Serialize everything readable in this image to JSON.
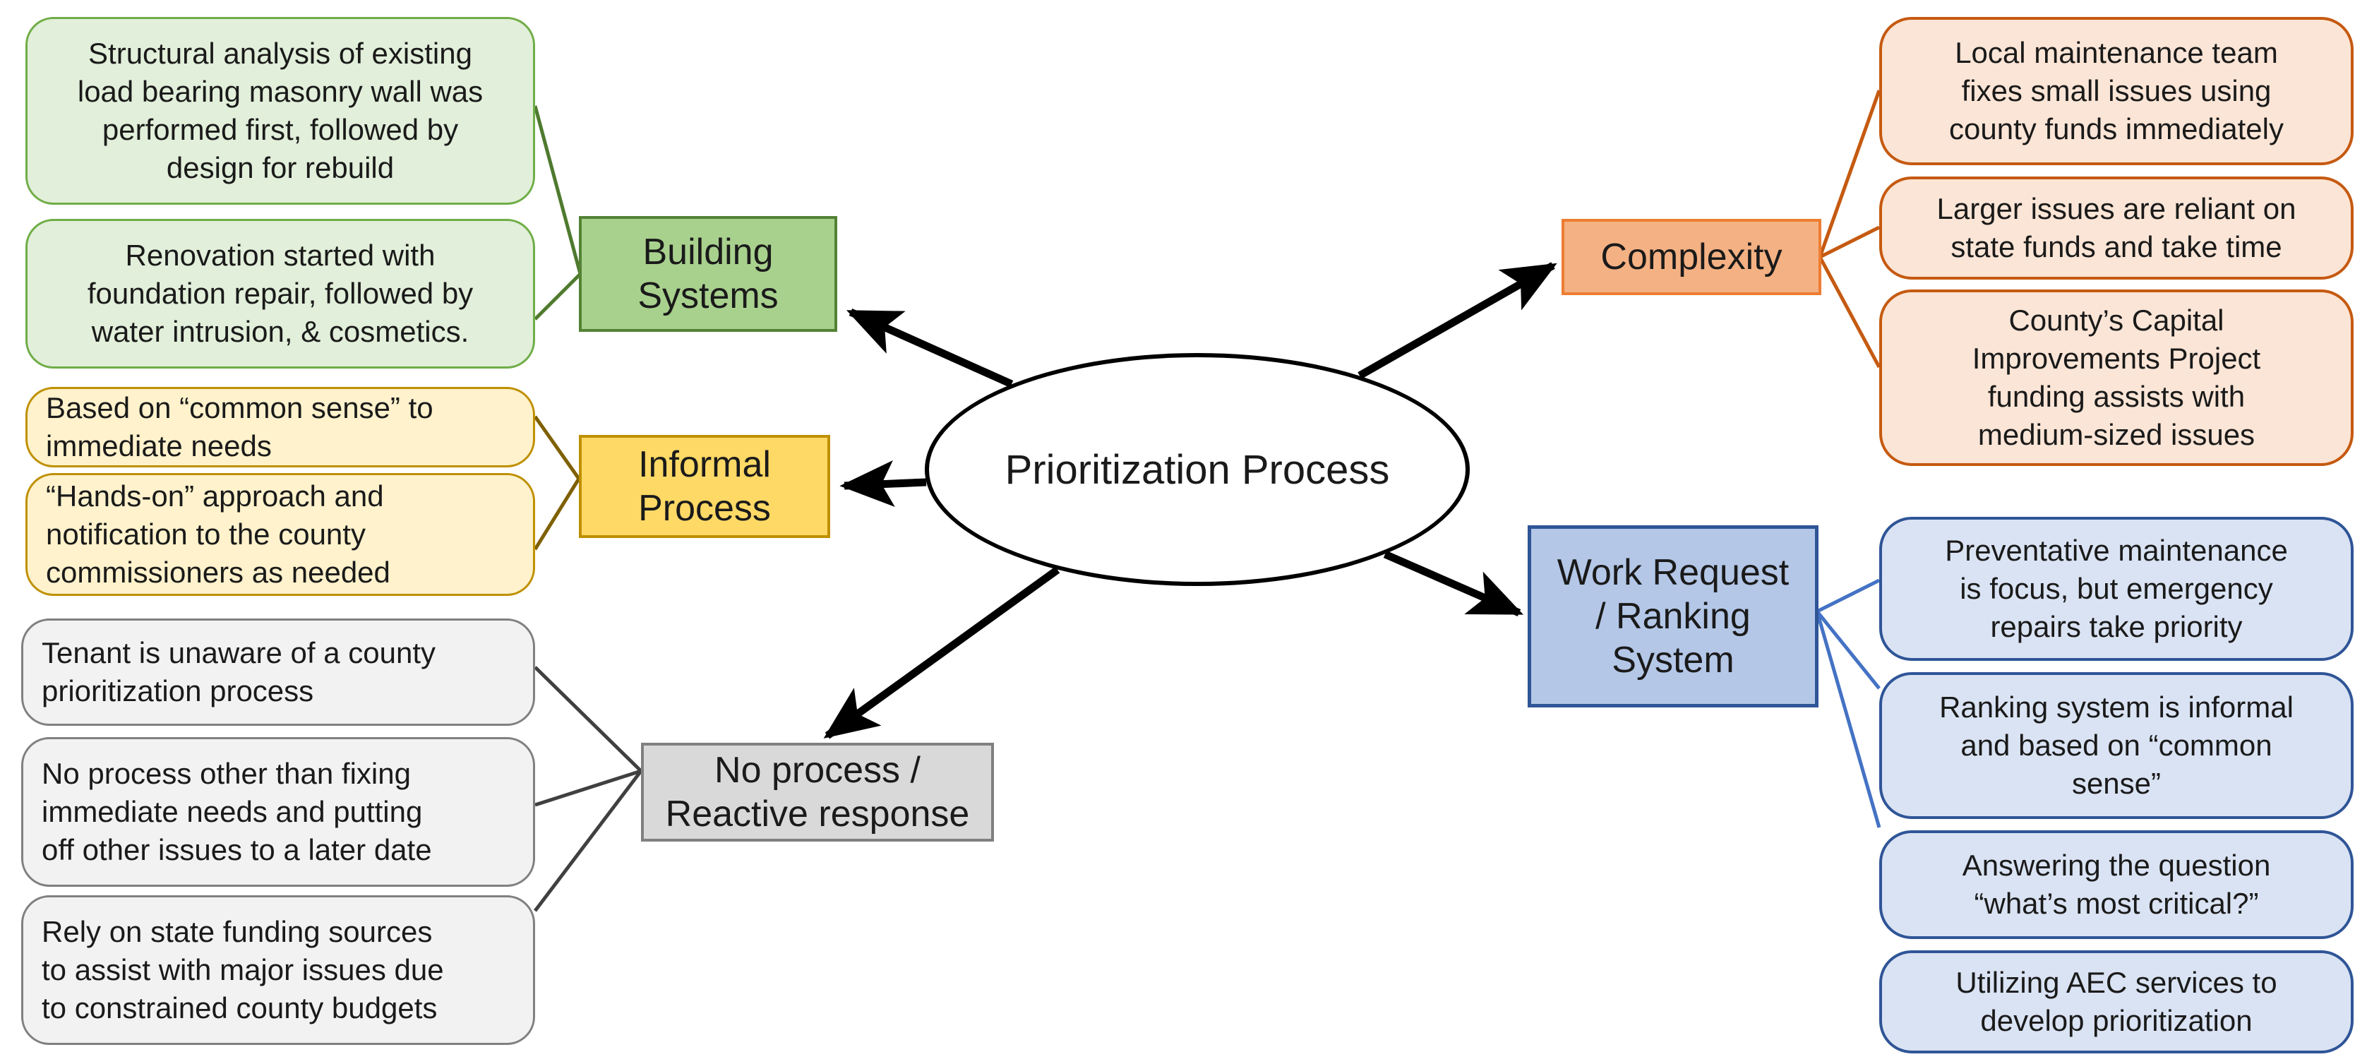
{
  "center": {
    "label": "Prioritization Process"
  },
  "branches": [
    {
      "id": "building-systems",
      "label": "Building\nSystems",
      "leaves": [
        "Structural analysis of existing\nload bearing masonry wall was\nperformed first, followed by\ndesign for rebuild",
        "Renovation started with\nfoundation repair, followed by\nwater intrusion, & cosmetics."
      ]
    },
    {
      "id": "informal-process",
      "label": "Informal\nProcess",
      "leaves": [
        "Based on “common sense” to\nimmediate needs",
        "“Hands-on” approach and\nnotification to the county\ncommissioners as needed"
      ]
    },
    {
      "id": "no-process",
      "label": "No process /\nReactive response",
      "leaves": [
        "Tenant is unaware of a county\nprioritization process",
        "No process other than fixing\nimmediate needs and putting\noff other issues to a later date",
        "Rely on state funding sources\nto assist with major issues due\nto constrained county budgets"
      ]
    },
    {
      "id": "complexity",
      "label": "Complexity",
      "leaves": [
        "Local maintenance team\nfixes small issues using\ncounty funds immediately",
        "Larger issues are reliant on\nstate funds and take time",
        "County’s Capital\nImprovements Project\nfunding assists with\nmedium-sized issues"
      ]
    },
    {
      "id": "work-request-ranking-system",
      "label": "Work Request\n/ Ranking\nSystem",
      "leaves": [
        "Preventative maintenance\nis focus, but emergency\nrepairs take priority",
        "Ranking system is informal\nand based on “common\nsense”",
        "Answering the question\n“what’s most critical?”",
        "Utilizing AEC services to\ndevelop prioritization"
      ]
    }
  ],
  "colors": {
    "green-cat-fill": "#A9D18E",
    "green-cat-border": "#548235",
    "green-leaf-fill": "#E2EFDA",
    "green-leaf-border": "#70AD47",
    "yellow-cat-fill": "#FFD966",
    "yellow-leaf-fill": "#FFF2CC",
    "yellow-border": "#BF9000",
    "gray-cat-fill": "#D9D9D9",
    "gray-leaf-fill": "#F2F2F2",
    "gray-border": "#808080",
    "orange-cat-fill": "#F4B183",
    "orange-cat-border": "#ED7D31",
    "orange-leaf-fill": "#FBE5D6",
    "orange-leaf-border": "#C55A11",
    "blue-cat-fill": "#B4C7E7",
    "blue-leaf-fill": "#DAE3F3",
    "blue-border": "#2F5597",
    "arrow": "#000000",
    "gray-connector": "#404040",
    "green-connector": "#4E7A2E",
    "yellow-connector": "#7F6000",
    "orange-connector": "#C55A11",
    "blue-connector": "#4472C4"
  }
}
